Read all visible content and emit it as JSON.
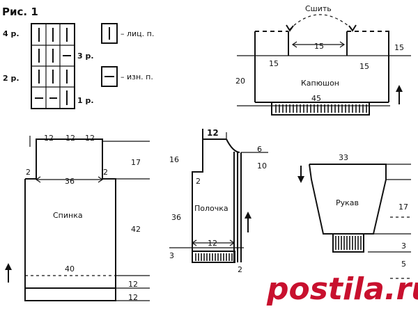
{
  "figure": {
    "title": "Рис. 1",
    "chart_rows": [
      "4 р.",
      "3 р.",
      "2 р.",
      "1 р."
    ]
  },
  "legend": {
    "knit": "– лиц. п.",
    "purl": "– изн. п."
  },
  "hood": {
    "label": "Капюшон",
    "sew_label": "Сшить",
    "dims": {
      "top_gap": "15",
      "top_right": "15",
      "shoulder_left": "15",
      "shoulder_right": "15",
      "height": "20",
      "width": "45"
    }
  },
  "back": {
    "label": "Спинка",
    "dims": {
      "shoulder_left": "12",
      "neck": "12",
      "shoulder_right": "12",
      "bind_left": "2",
      "width_top": "36",
      "bind_right": "2",
      "armhole": "17",
      "side": "42",
      "width_bottom": "40",
      "hem1": "12",
      "hem2": "12"
    }
  },
  "front": {
    "label": "Полочка",
    "dims": {
      "shoulder": "12",
      "neck_depth": "6",
      "neck_band": "10",
      "armhole": "16",
      "bind": "2",
      "side": "36",
      "width": "12",
      "rib": "3",
      "band": "2"
    }
  },
  "sleeve": {
    "label": "Рукав",
    "dims": {
      "top": "33",
      "height": "17",
      "cuff1": "3",
      "cuff2": "5"
    }
  },
  "watermark": "postila.ru"
}
